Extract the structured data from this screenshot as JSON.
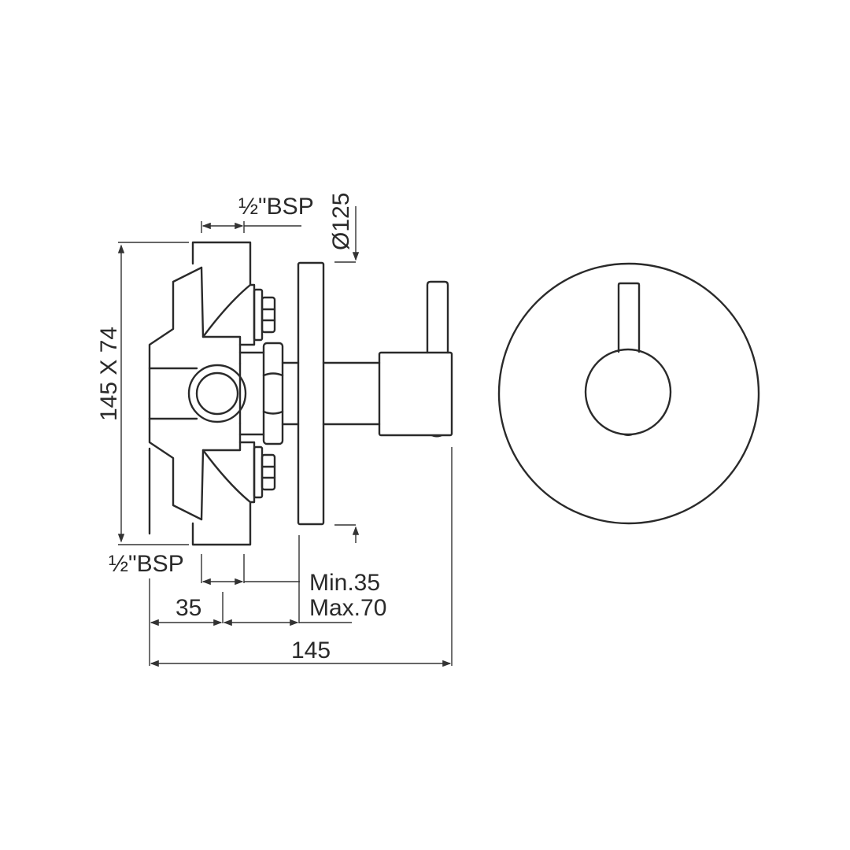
{
  "diagram": {
    "type": "technical-drawing",
    "subject": "concealed valve with lever handle — side and front views",
    "colors": {
      "line": "#2a2a2a",
      "background": "#ffffff"
    },
    "labels": {
      "bsp_top": "½\"BSP",
      "diameter": "Ø125",
      "body_size": "145 X 74",
      "bsp_bottom": "½\"BSP",
      "depth_min": "Min.35",
      "depth_max": "Max.70",
      "inlet_offset": "35",
      "overall_depth": "145"
    },
    "views": [
      {
        "name": "side-view",
        "parts": [
          "valve-body",
          "inlet-port",
          "lock-nuts",
          "wall-plate",
          "spindle",
          "handle-hub",
          "lever"
        ]
      },
      {
        "name": "front-view",
        "parts": [
          "cover-plate",
          "handle-hub",
          "lever"
        ]
      }
    ]
  }
}
